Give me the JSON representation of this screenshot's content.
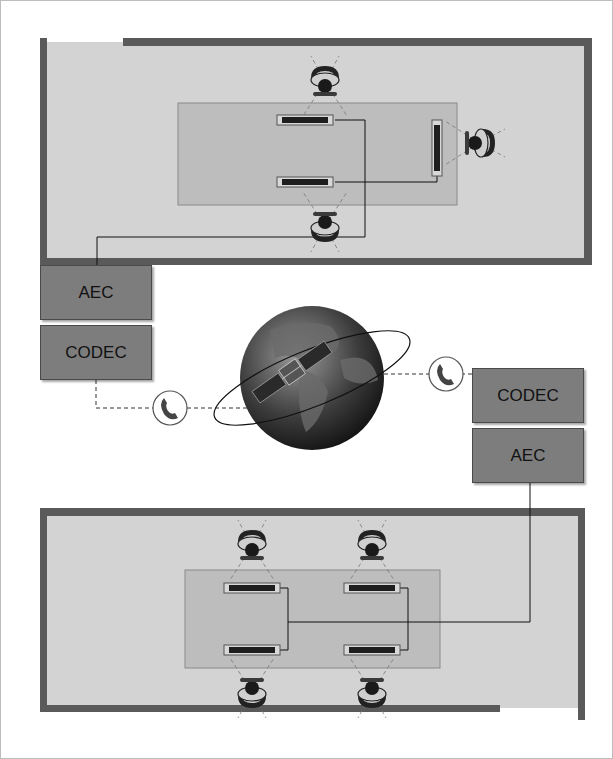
{
  "diagram": {
    "nodes": [
      {
        "text": [
          "AEC"
        ]
      },
      {
        "text": [
          "CODEC"
        ]
      },
      {
        "text": [
          "CODEC"
        ]
      },
      {
        "text": [
          "AEC"
        ]
      }
    ],
    "edges": [
      {
        "from": 1,
        "to": 2,
        "arrow": "none"
      }
    ]
  }
}
